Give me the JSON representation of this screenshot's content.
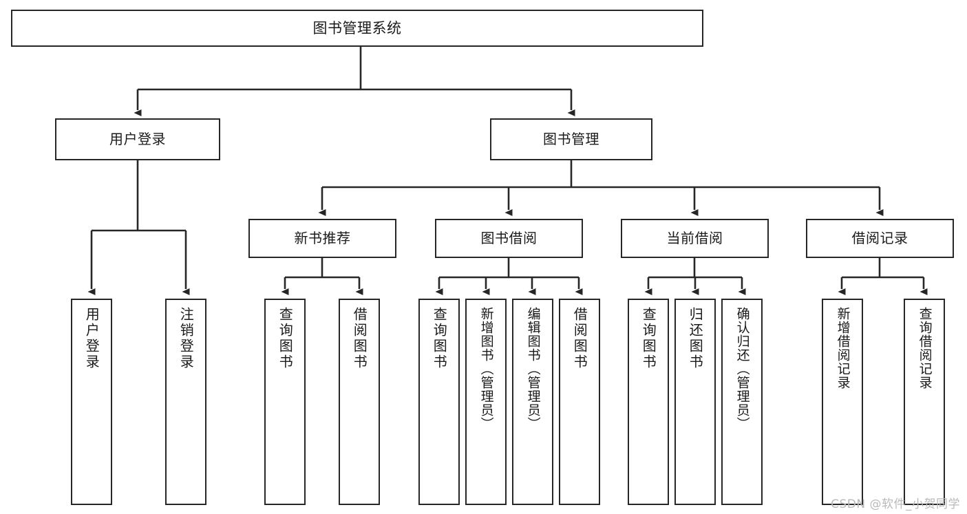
{
  "diagram": {
    "title": "图书管理系统",
    "type": "hierarchy-tree",
    "colors": {
      "background": "#ffffff",
      "stroke": "#262626",
      "text": "#1a1a1a",
      "watermark": "#b9b9b9"
    },
    "root": {
      "label": "图书管理系统"
    },
    "level1": [
      {
        "label": "用户登录"
      },
      {
        "label": "图书管理"
      }
    ],
    "level2": [
      {
        "label": "新书推荐"
      },
      {
        "label": "图书借阅"
      },
      {
        "label": "当前借阅"
      },
      {
        "label": "借阅记录"
      }
    ],
    "leaves": {
      "user_login": [
        {
          "label": "用户登录"
        },
        {
          "label": "注销登录"
        }
      ],
      "new_book": [
        {
          "label": "查询图书"
        },
        {
          "label": "借阅图书"
        }
      ],
      "book_borrow": [
        {
          "label": "查询图书"
        },
        {
          "label": "新增图书（管理员）"
        },
        {
          "label": "编辑图书（管理员）"
        },
        {
          "label": "借阅图书"
        }
      ],
      "current_borrow": [
        {
          "label": "查询图书"
        },
        {
          "label": "归还图书"
        },
        {
          "label": "确认归还（管理员）"
        }
      ],
      "borrow_record": [
        {
          "label": "新增借阅记录"
        },
        {
          "label": "查询借阅记录"
        }
      ]
    }
  },
  "watermark": {
    "text": "CSDN @软件_小贺同学"
  }
}
